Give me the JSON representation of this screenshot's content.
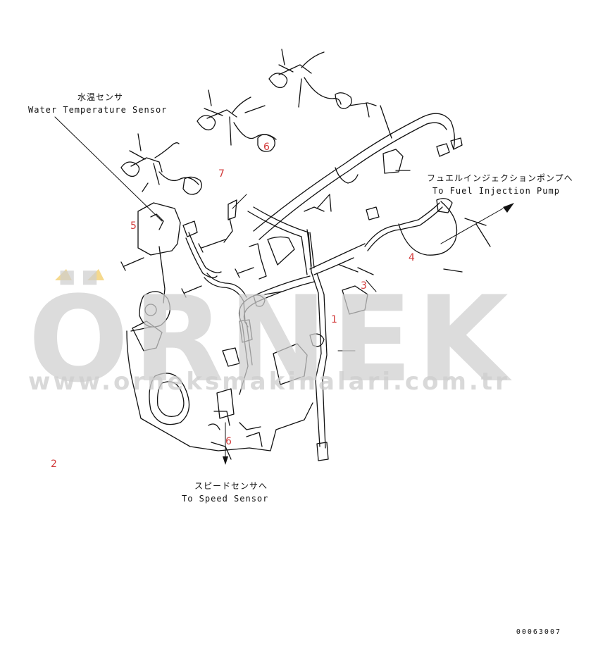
{
  "labels": {
    "water_temp_jp": "水温センサ",
    "water_temp_en": "Water Temperature Sensor",
    "fuel_pump_jp": "フュエルインジェクションポンプへ",
    "fuel_pump_en": "To Fuel Injection Pump",
    "speed_sensor_jp": "スピードセンサへ",
    "speed_sensor_en": "To Speed Sensor"
  },
  "reference_numbers": [
    "1",
    "2",
    "3",
    "4",
    "5",
    "6",
    "6",
    "7"
  ],
  "document_number": "00063007",
  "watermark": {
    "text": "ÖRNEK",
    "url": "www.orneksmakinalari.com.tr"
  },
  "colors": {
    "line": "#111111",
    "ref_number": "#d23b3b",
    "watermark": "#cfcfcf",
    "watermark_accent": "#f3d27a"
  }
}
